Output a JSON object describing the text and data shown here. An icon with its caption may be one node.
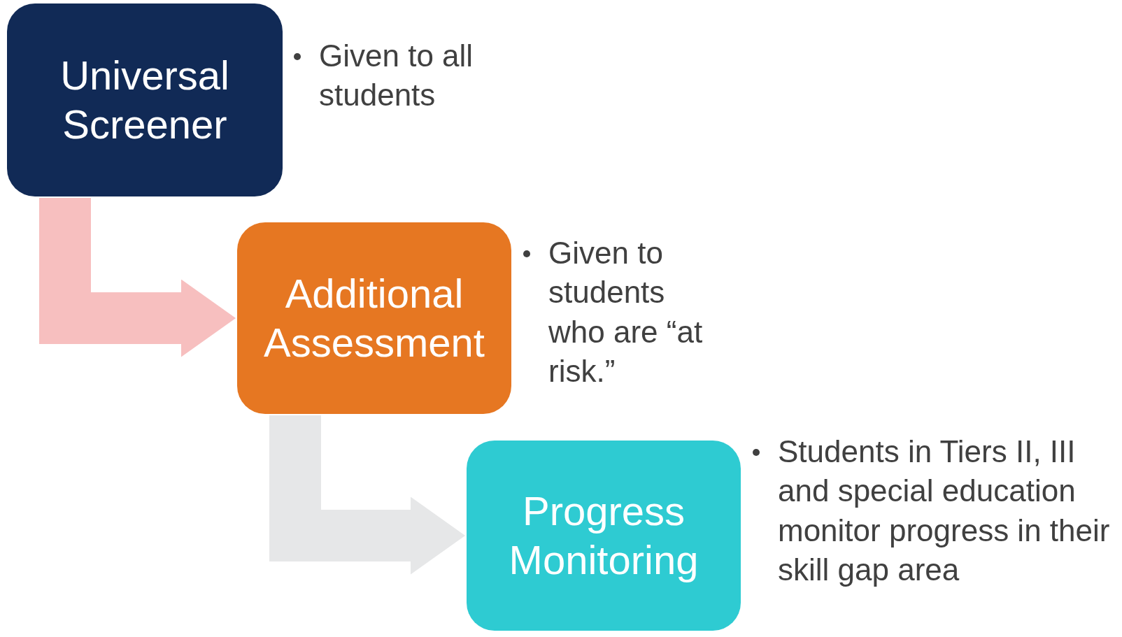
{
  "diagram": {
    "nodes": [
      {
        "text": [
          "Universal Screener"
        ],
        "beside": [
          "Given to all students"
        ]
      },
      {
        "text": [
          "Additional Assessment"
        ],
        "beside": [
          "Given to students who are “at risk.”"
        ]
      },
      {
        "text": [
          "Progress Monitoring"
        ],
        "beside": [
          "Students in Tiers II, III and special education monitor progress in their skill gap area"
        ]
      }
    ],
    "edges": [
      {
        "from": 0,
        "to": 1,
        "arrow": "to",
        "color": "#f7bfbf"
      },
      {
        "from": 1,
        "to": 2,
        "arrow": "to",
        "color": "#e6e7e8"
      }
    ]
  }
}
